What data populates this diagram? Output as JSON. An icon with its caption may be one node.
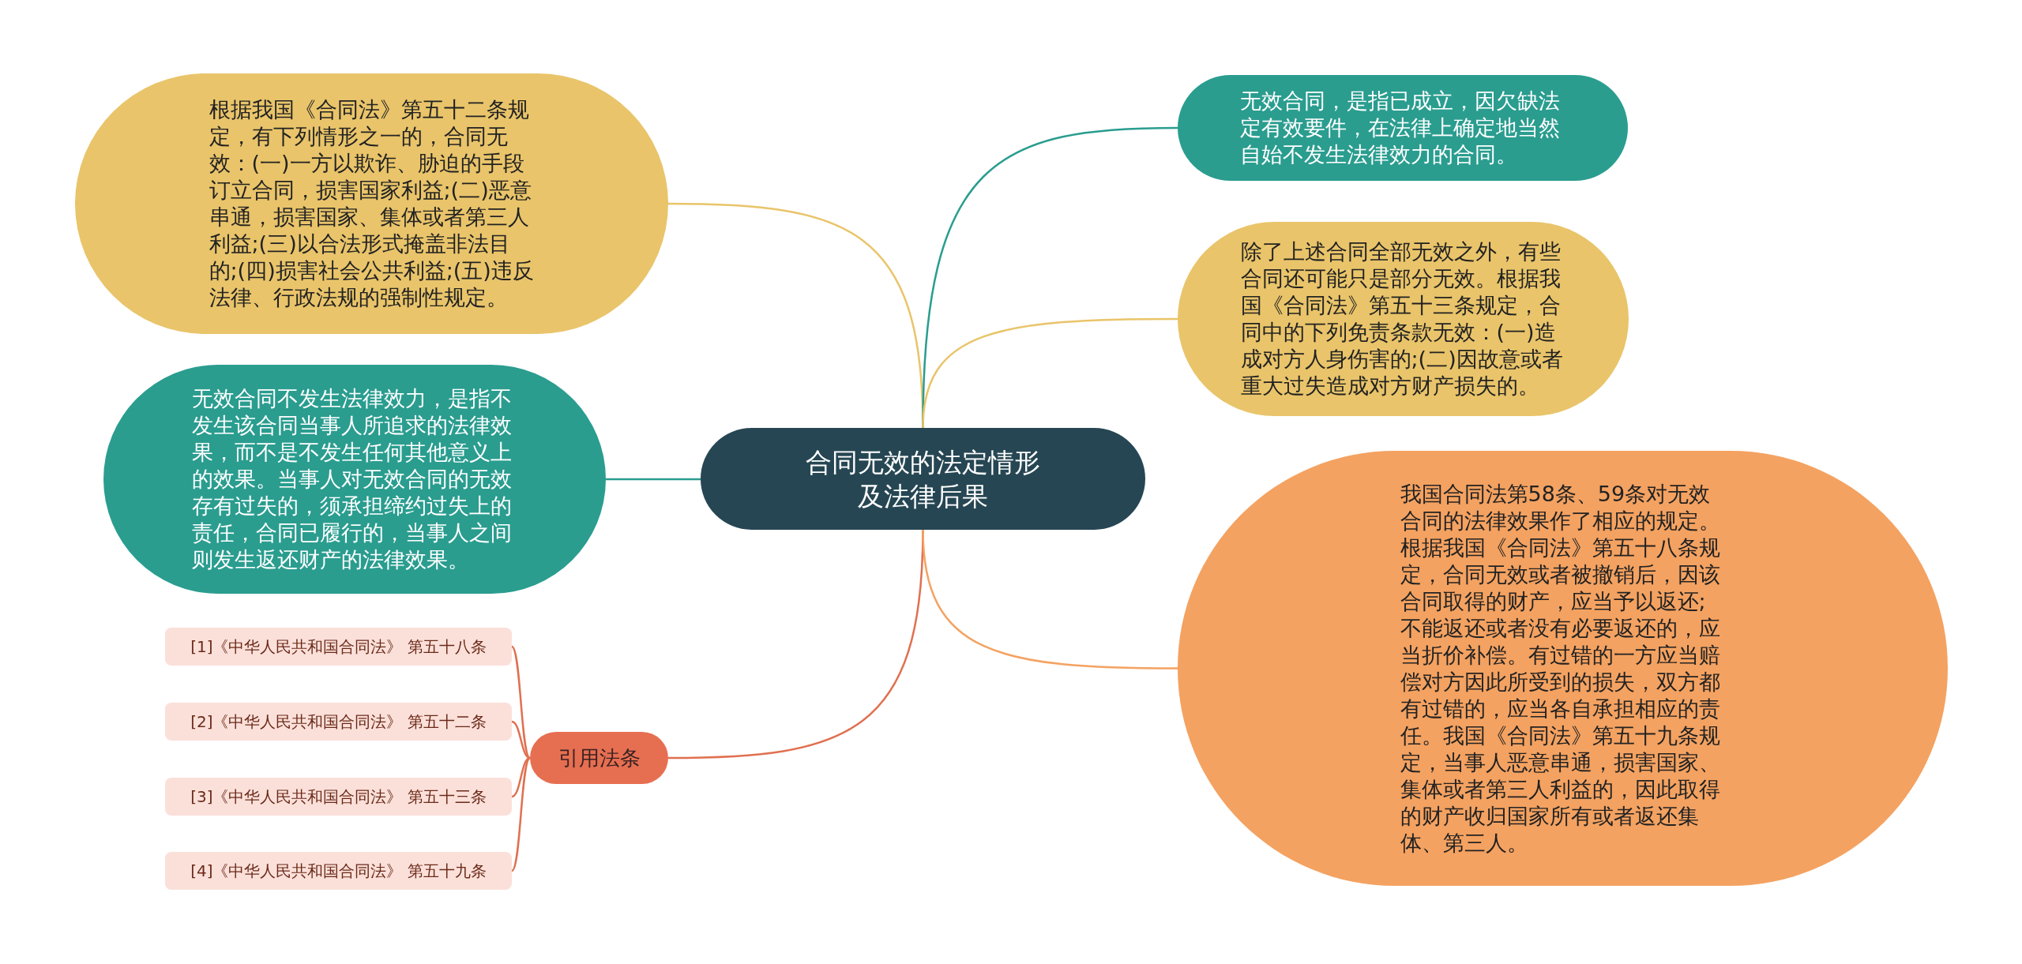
{
  "diagram": {
    "nodes": [
      {
        "text": [
          "合同无效的法定情形及法律后果"
        ]
      },
      {
        "text": [
          "根据我国《合同法》第五十二条规定，有下列情形之一的，合同无效：(一)一方以欺诈、胁迫的手段订立合同，损害国家利益;(二)恶意串通，损害国家、集体或者第三人利益;(三)以合法形式掩盖非法目的;(四)损害社会公共利益;(五)违反法律、行政法规的强制性规定。"
        ]
      },
      {
        "text": [
          "无效合同不发生法律效力，是指不发生该合同当事人所追求的法律效果，而不是不发生任何其他意义上的效果。当事人对无效合同的无效存有过失的，须承担缔约过失上的责任，合同已履行的，当事人之间则发生返还财产的法律效果。"
        ]
      },
      {
        "text": [
          "引用法条"
        ]
      },
      {
        "text": [
          "[1]《中华人民共和国合同法》 第五十八条"
        ]
      },
      {
        "text": [
          "[2]《中华人民共和国合同法》 第五十二条"
        ]
      },
      {
        "text": [
          "[3]《中华人民共和国合同法》 第五十三条"
        ]
      },
      {
        "text": [
          "[4]《中华人民共和国合同法》 第五十九条"
        ]
      },
      {
        "text": [
          "无效合同，是指已成立，因欠缺法定有效要件，在法律上确定地当然自始不发生法律效力的合同。"
        ]
      },
      {
        "text": [
          "除了上述合同全部无效之外，有些合同还可能只是部分无效。根据我国《合同法》第五十三条规定，合同中的下列免责条款无效：(一)造成对方人身伤害的;(二)因故意或者重大过失造成对方财产损失的。"
        ]
      },
      {
        "text": [
          "我国合同法第58条、59条对无效合同的法律效果作了相应的规定。根据我国《合同法》第五十八条规定，合同无效或者被撤销后，因该合同取得的财产，应当予以返还;不能返还或者没有必要返还的，应当折价补偿。有过错的一方应当赔偿对方因此所受到的损失，双方都有过错的，应当各自承担相应的责任。我国《合同法》第五十九条规定，当事人恶意串通，损害国家、集体或者第三人利益的，因此取得的财产收归国家所有或者返还集体、第三人。"
        ]
      }
    ],
    "edges": [
      {
        "from": 0,
        "to": 1,
        "arrow": "none",
        "color": "#e9c46a"
      },
      {
        "from": 0,
        "to": 2,
        "arrow": "none",
        "color": "#2a9d8f"
      },
      {
        "from": 0,
        "to": 3,
        "arrow": "none"
      },
      {
        "from": 3,
        "to": 4,
        "arrow": "none"
      },
      {
        "from": 3,
        "to": 5,
        "arrow": "none"
      },
      {
        "from": 3,
        "to": 6,
        "arrow": "none"
      },
      {
        "from": 3,
        "to": 7,
        "arrow": "none"
      },
      {
        "from": 0,
        "to": 8,
        "arrow": "none",
        "color": "#2a9d8f"
      },
      {
        "from": 0,
        "to": 9,
        "arrow": "none",
        "color": "#e9c46a"
      },
      {
        "from": 0,
        "to": 10,
        "arrow": "none",
        "color": "#f4a261"
      }
    ]
  }
}
